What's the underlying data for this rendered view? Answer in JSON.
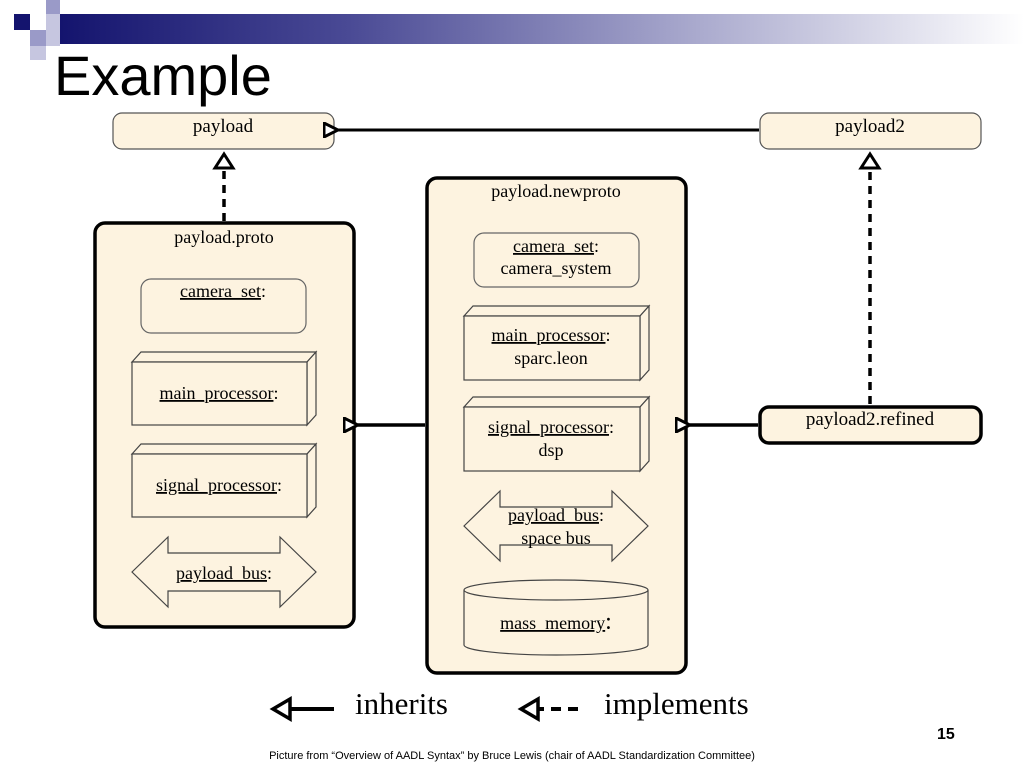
{
  "slide": {
    "title": "Example",
    "page_number": "15",
    "caption": "Picture from “Overview of AADL Syntax” by Bruce Lewis (chair of AADL Standardization Committee)"
  },
  "diagram": {
    "nodes": {
      "payload": "payload",
      "payload2": "payload2",
      "payload_proto": {
        "title": "payload.proto",
        "camera": {
          "name": "camera_set",
          "suffix": ":"
        },
        "main": {
          "name": "main_processor",
          "suffix": ":"
        },
        "signal": {
          "name": "signal_processor",
          "suffix": ":"
        },
        "bus": {
          "name": "payload_bus",
          "suffix": ":"
        }
      },
      "payload_newproto": {
        "title": "payload.newproto",
        "camera": {
          "name": "camera_set",
          "suffix": ":",
          "type": "camera_system"
        },
        "main": {
          "name": "main_processor",
          "suffix": ":",
          "type": "sparc.leon"
        },
        "signal": {
          "name": "signal_processor",
          "suffix": ":",
          "type": "dsp"
        },
        "bus": {
          "name": "payload_bus",
          "suffix": ":",
          "type": "space bus"
        },
        "memory": {
          "name": "mass_memory",
          "suffix": ":"
        }
      },
      "payload2_refined": "payload2.refined"
    },
    "legend": {
      "inherits": "inherits",
      "implements": "implements"
    }
  },
  "colors": {
    "box_fill": "#fdf3e0",
    "stroke": "#000000",
    "title_bar_dark": "#14146e",
    "deco_light": "#9a9ac8"
  }
}
